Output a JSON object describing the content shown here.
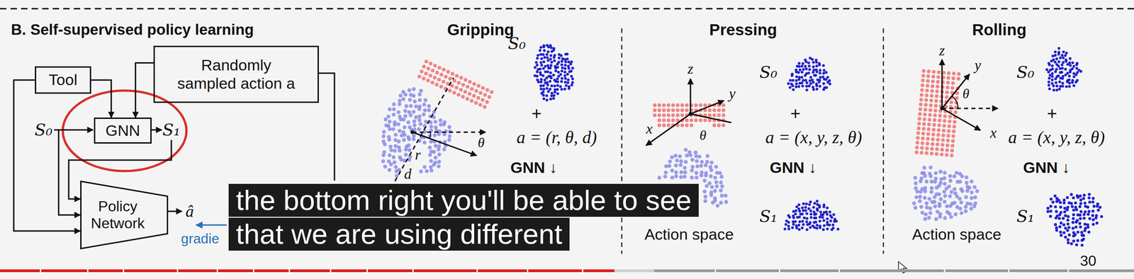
{
  "diagram": {
    "title": "B. Self-supervised policy learning",
    "nodes": [
      {
        "text": [
          "Tool"
        ]
      },
      {
        "text": [
          "Randomly sampled action a"
        ]
      },
      {
        "text": [
          "GNN"
        ]
      },
      {
        "text": [
          "Policy Network"
        ]
      }
    ],
    "edges": [
      {
        "from": 0,
        "to": 2,
        "arrow": "to"
      },
      {
        "from": 1,
        "to": 2,
        "arrow": "to"
      },
      {
        "from": 0,
        "to": 3,
        "arrow": "to"
      }
    ],
    "labels": [
      "S₀",
      "S₁",
      "â",
      "gradie",
      "Gripping",
      "θ",
      "r",
      "d",
      "S₀",
      "+",
      "a = (r, θ, d)",
      "GNN ↓",
      "Pressing",
      "z",
      "y",
      "x",
      "θ",
      "S₀",
      "+",
      "a = (x, y, z, θ)",
      "GNN ↓",
      "S₁",
      "Action space",
      "Rolling",
      "z",
      "y",
      "θ",
      "x",
      "S₀",
      "+",
      "a = (x, y, z, θ)",
      "GNN ↓",
      "S₁",
      "Action space",
      "the bottom right you'll be able to see",
      "that we are using different",
      "30"
    ]
  }
}
